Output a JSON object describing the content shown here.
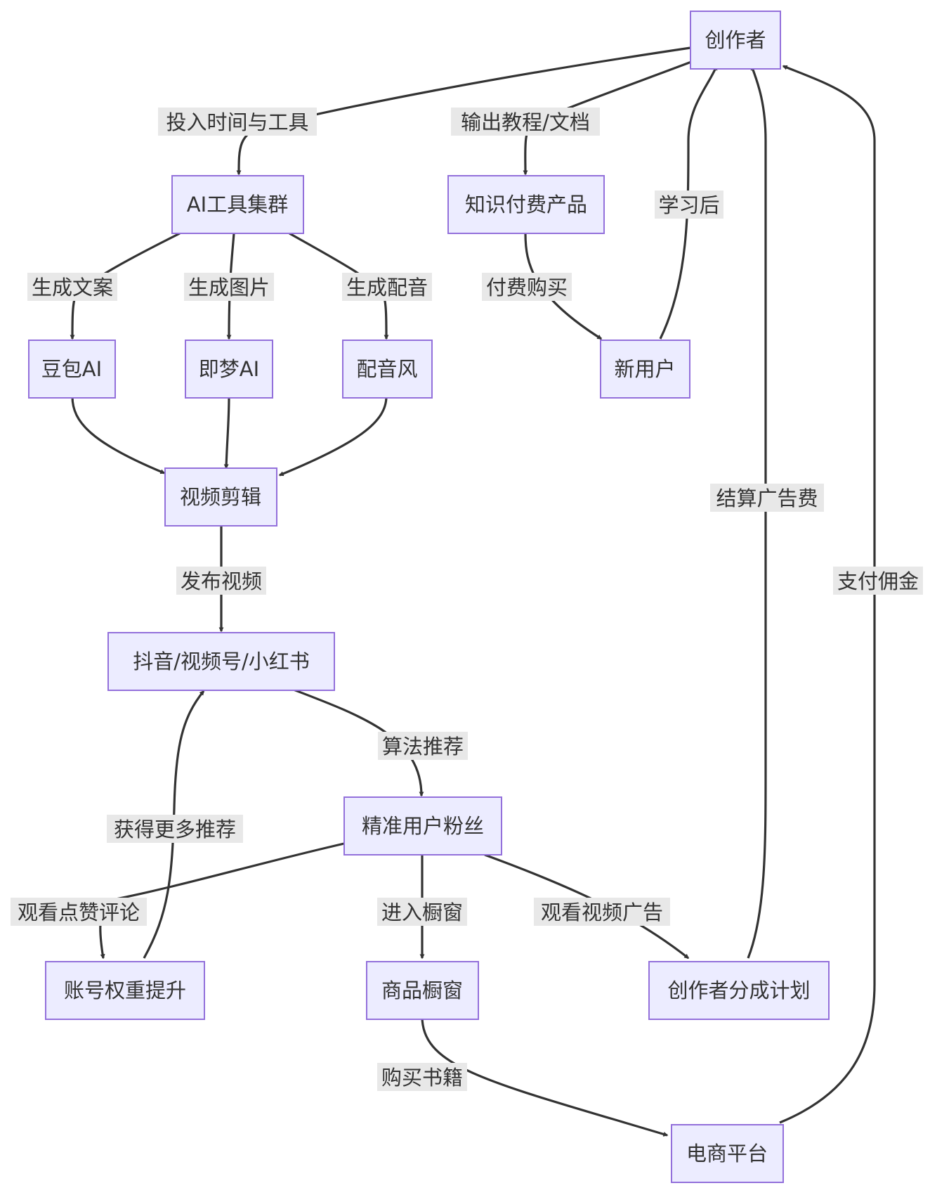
{
  "nodes": {
    "creator": "创作者",
    "ai_tools": "AI工具集群",
    "knowledge": "知识付费产品",
    "doubao": "豆包AI",
    "jimeng": "即梦AI",
    "peiyin": "配音风",
    "new_user": "新用户",
    "edit": "视频剪辑",
    "platforms": "抖音/视频号/小红书",
    "fans": "精准用户粉丝",
    "weight": "账号权重提升",
    "showcase": "商品橱窗",
    "revshare": "创作者分成计划",
    "ecommerce": "电商平台"
  },
  "edges": {
    "invest": "投入时间与工具",
    "output_tutorial": "输出教程/文档",
    "gen_copy": "生成文案",
    "gen_image": "生成图片",
    "gen_voice": "生成配音",
    "pay_buy": "付费购买",
    "after_learn": "学习后",
    "publish": "发布视频",
    "algo": "算法推荐",
    "more_rec": "获得更多推荐",
    "engage": "观看点赞评论",
    "enter_showcase": "进入橱窗",
    "watch_ads": "观看视频广告",
    "settle_ads": "结算广告费",
    "commission": "支付佣金",
    "buy_books": "购买书籍"
  },
  "colors": {
    "node_fill": "#ECECFF",
    "node_stroke": "#9370DB",
    "edge": "#333333",
    "label_bg": "#E8E8E8",
    "text": "#333333"
  }
}
